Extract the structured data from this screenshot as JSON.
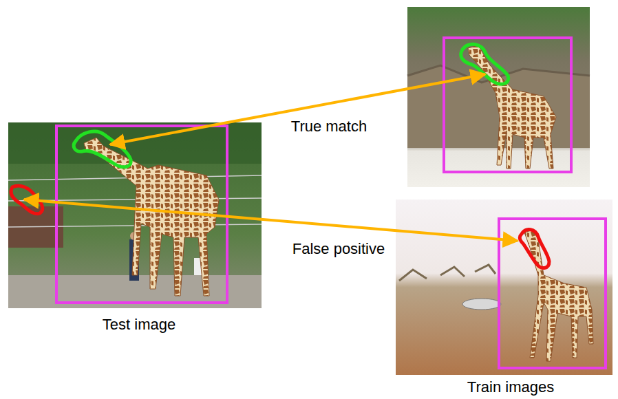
{
  "diagram": {
    "labels": [
      "True match",
      "False positive",
      "Test image",
      "Train images"
    ]
  }
}
